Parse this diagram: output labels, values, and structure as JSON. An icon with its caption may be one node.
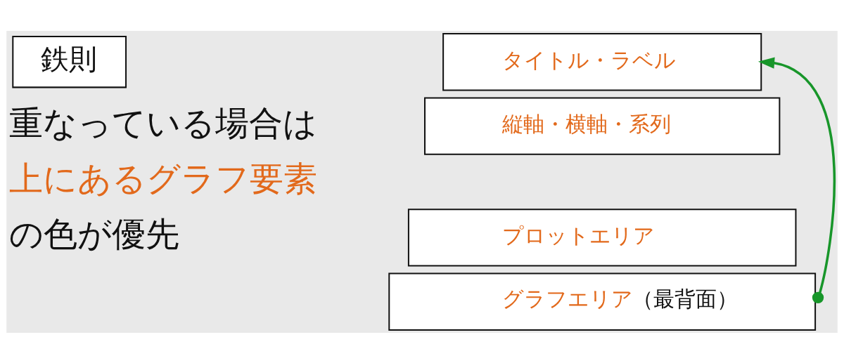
{
  "diagram": {
    "nodes": [
      {
        "text": [
          "鉄則"
        ]
      },
      {
        "text": [
          "タイトル・ラベル"
        ]
      },
      {
        "text": [
          "縦軸・横軸・系列"
        ]
      },
      {
        "text": [
          "プロットエリア"
        ]
      },
      {
        "text": [
          "グラフエリア",
          "（最背面）"
        ]
      }
    ],
    "edges": [
      {
        "from": 4,
        "to": 1,
        "arrow": "to",
        "color": "#18962a"
      }
    ],
    "labels": [
      "重なっている場合は",
      "上にあるグラフ要素",
      "の色が優先"
    ]
  }
}
